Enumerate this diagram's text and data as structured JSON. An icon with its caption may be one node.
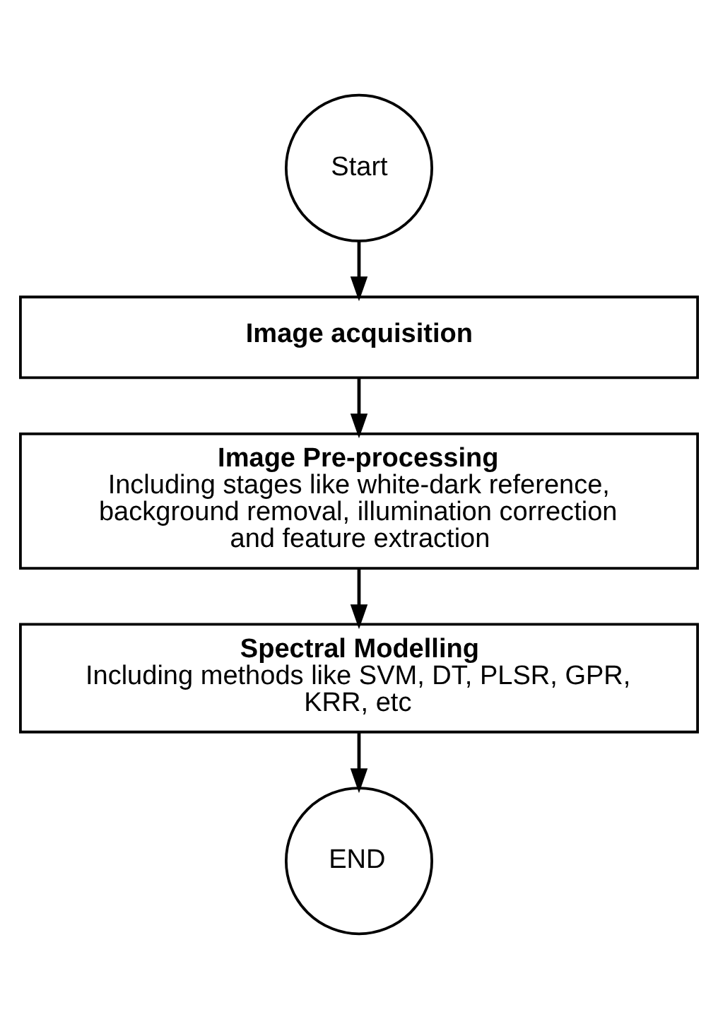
{
  "diagram": {
    "nodes": [
      {
        "text": [
          "Start"
        ]
      },
      {
        "text": [
          "Image acquisition"
        ]
      },
      {
        "text": [
          "Image Pre-processing",
          "Including stages like white-dark reference, background removal, illumination correction and feature extraction"
        ]
      },
      {
        "text": [
          "Spectral Modelling",
          "Including methods like SVM, DT, PLSR, GPR, KRR, etc"
        ]
      },
      {
        "text": [
          "END"
        ]
      }
    ],
    "edges": [
      {
        "from": 0,
        "to": 1,
        "arrow": "to"
      },
      {
        "from": 1,
        "to": 2,
        "arrow": "to"
      },
      {
        "from": 2,
        "to": 3,
        "arrow": "to"
      },
      {
        "from": 3,
        "to": 4,
        "arrow": "to"
      }
    ]
  }
}
